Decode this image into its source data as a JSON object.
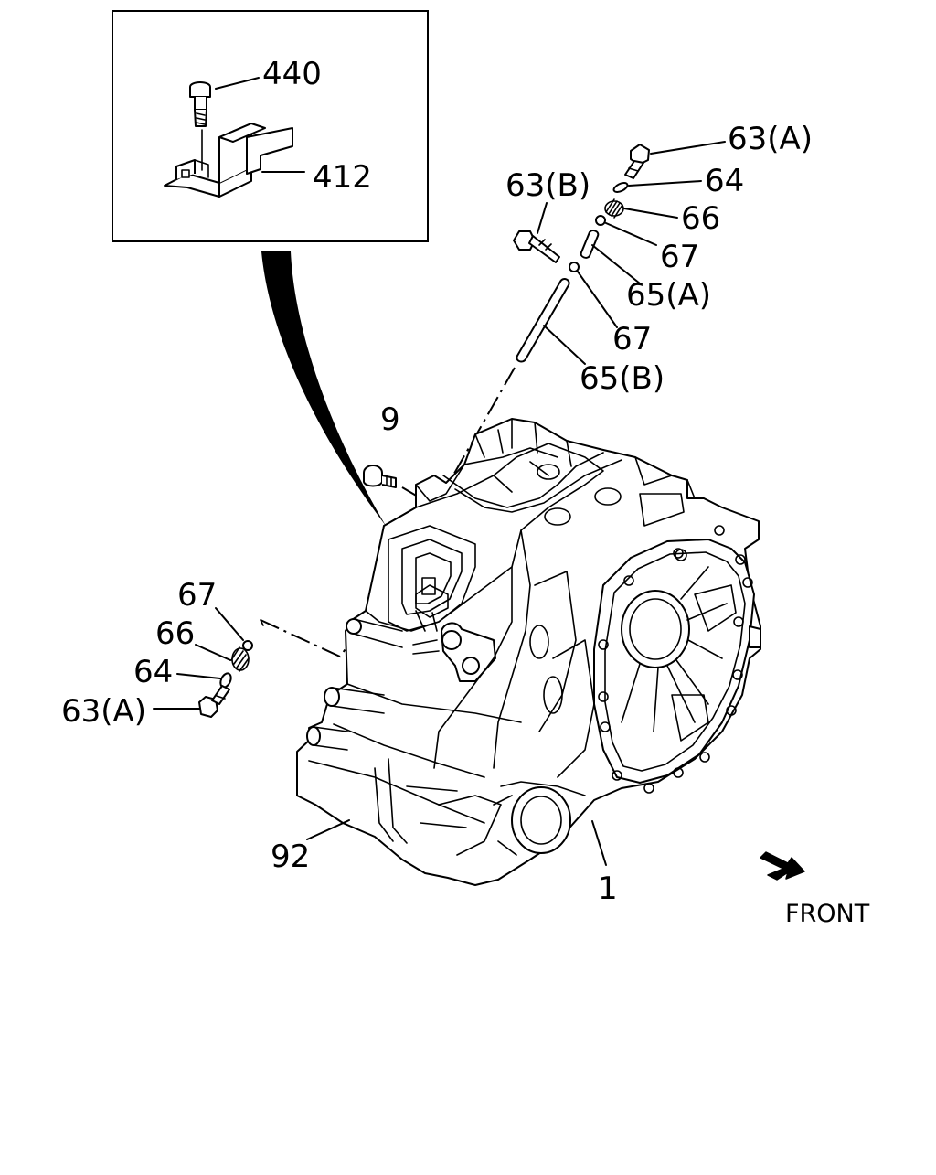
{
  "labels": {
    "l440": "440",
    "l412": "412",
    "l63a_top": "63(A)",
    "l64_top": "64",
    "l66_top": "66",
    "l67_top": "67",
    "l63b": "63(B)",
    "l65a": "65(A)",
    "l67_mid": "67",
    "l65b": "65(B)",
    "l9": "9",
    "l67_left": "67",
    "l66_left": "66",
    "l64_left": "64",
    "l63a_left": "63(A)",
    "l92": "92",
    "l1": "1",
    "front": "FRONT"
  }
}
